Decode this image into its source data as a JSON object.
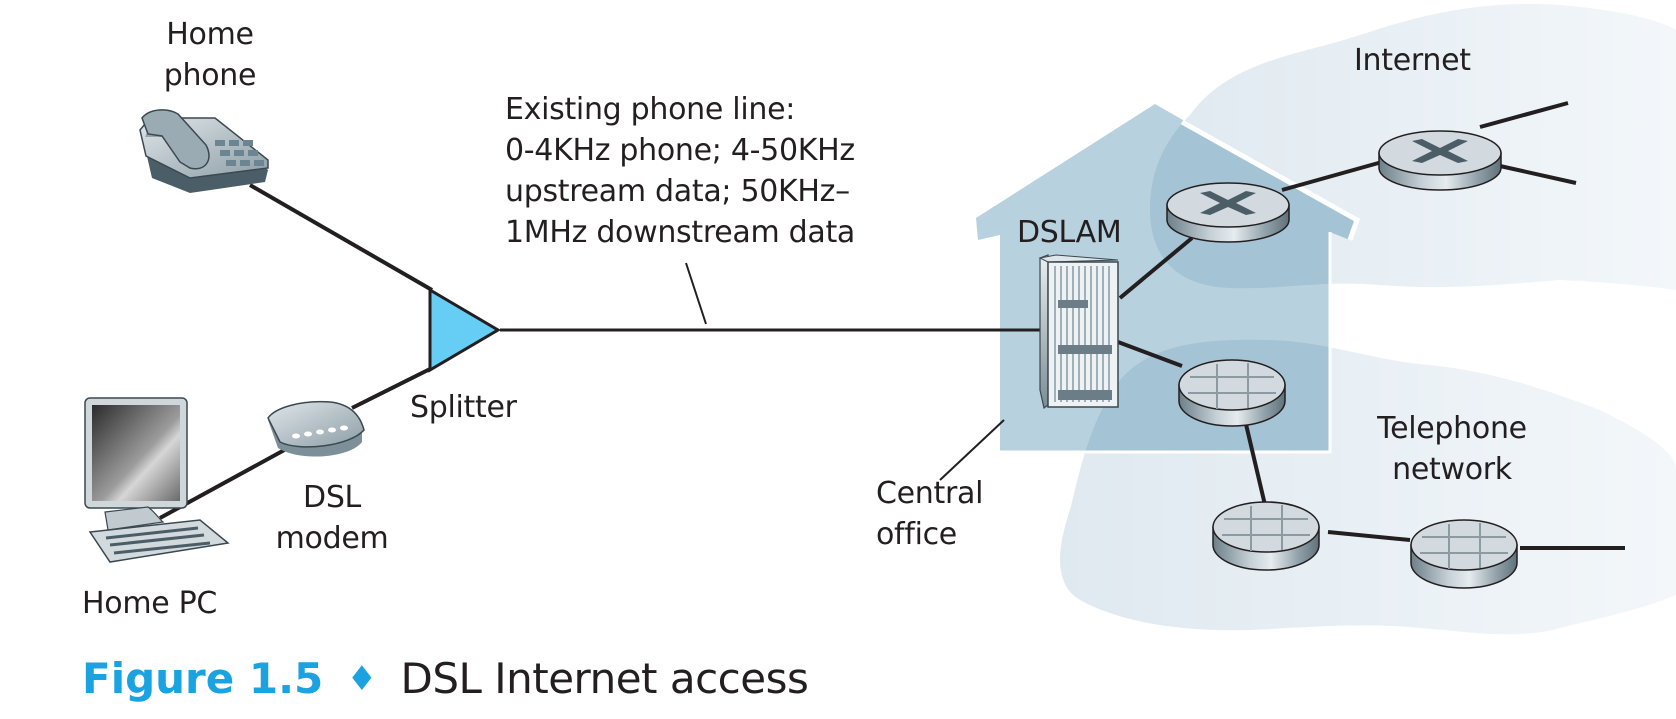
{
  "figure": {
    "caption_number": "Figure 1.5",
    "caption_separator": "♦",
    "caption_title": "DSL Internet access",
    "caption_color": "#1aa3e0"
  },
  "labels": {
    "home_phone": "Home\nphone",
    "home_pc": "Home PC",
    "dsl_modem": "DSL\nmodem",
    "splitter": "Splitter",
    "phone_line": "Existing phone line:\n0-4KHz phone; 4-50KHz\nupstream data; 50KHz–\n1MHz downstream data",
    "dslam": "DSLAM",
    "central_office": "Central\noffice",
    "internet": "Internet",
    "telephone_network": "Telephone\nnetwork"
  },
  "nodes": [
    {
      "id": "home-phone",
      "type": "telephone-icon"
    },
    {
      "id": "home-pc",
      "type": "desktop-computer-icon"
    },
    {
      "id": "dsl-modem",
      "type": "modem-icon"
    },
    {
      "id": "splitter",
      "type": "splitter-triangle"
    },
    {
      "id": "dslam",
      "type": "dslam-rack-icon"
    },
    {
      "id": "internet-router-1",
      "type": "router-icon"
    },
    {
      "id": "internet-router-2",
      "type": "router-icon"
    },
    {
      "id": "phone-switch-1",
      "type": "switch-icon"
    },
    {
      "id": "phone-switch-2",
      "type": "switch-icon"
    },
    {
      "id": "phone-switch-3",
      "type": "switch-icon"
    }
  ],
  "edges": [
    {
      "from": "home-phone",
      "to": "splitter"
    },
    {
      "from": "home-pc",
      "to": "dsl-modem"
    },
    {
      "from": "dsl-modem",
      "to": "splitter"
    },
    {
      "from": "splitter",
      "to": "dslam"
    },
    {
      "from": "dslam",
      "to": "internet-router-1"
    },
    {
      "from": "internet-router-1",
      "to": "internet-router-2"
    },
    {
      "from": "dslam",
      "to": "phone-switch-1"
    },
    {
      "from": "phone-switch-1",
      "to": "phone-switch-2"
    },
    {
      "from": "phone-switch-2",
      "to": "phone-switch-3"
    }
  ],
  "colors": {
    "splitter_fill": "#66cdf4",
    "central_office_fill": "#b8d1de",
    "cloud_fill": "#e2ecf2",
    "cloud_overlap_fill": "#a4c3d5",
    "line": "#231f20"
  }
}
